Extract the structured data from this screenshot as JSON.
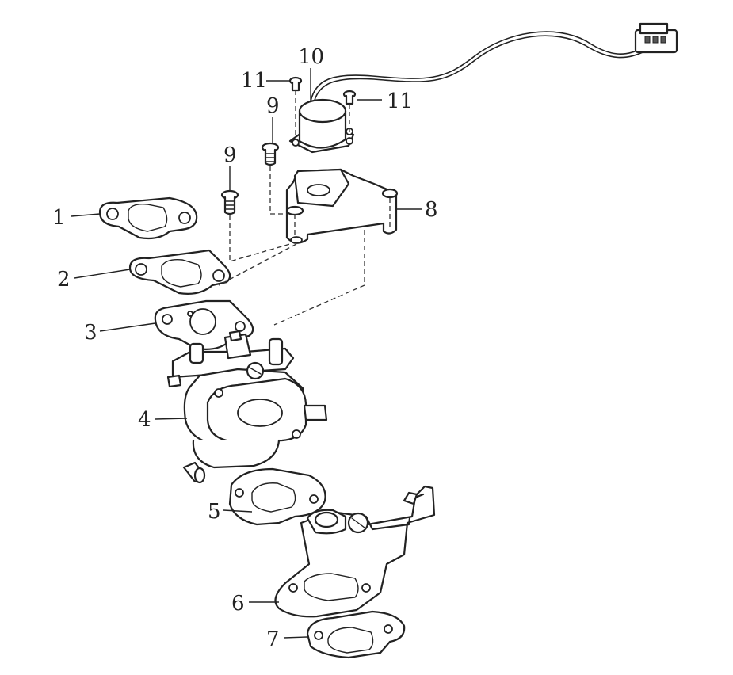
{
  "callouts": [
    {
      "id": "1",
      "label": "1"
    },
    {
      "id": "2",
      "label": "2"
    },
    {
      "id": "3",
      "label": "3"
    },
    {
      "id": "4",
      "label": "4"
    },
    {
      "id": "5",
      "label": "5"
    },
    {
      "id": "6",
      "label": "6"
    },
    {
      "id": "7",
      "label": "7"
    },
    {
      "id": "8",
      "label": "8"
    },
    {
      "id": "9a",
      "label": "9"
    },
    {
      "id": "9b",
      "label": "9"
    },
    {
      "id": "10",
      "label": "10"
    },
    {
      "id": "11a",
      "label": "11"
    },
    {
      "id": "11b",
      "label": "11"
    }
  ],
  "colors": {
    "line": "#222222",
    "background": "#ffffff"
  }
}
